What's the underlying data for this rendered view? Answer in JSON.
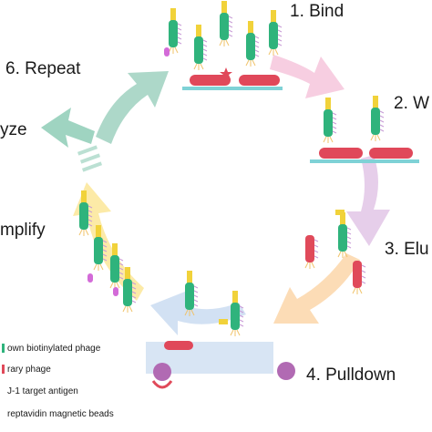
{
  "steps": {
    "bind": "1. Bind",
    "wash": "2. W",
    "elute": "3. Elu",
    "pulldown": "4. Pulldown",
    "analyze": "yze",
    "amplify": "mplify",
    "repeat": "6. Repeat"
  },
  "legend": [
    "own biotinylated phage",
    "rary phage",
    "J-1 target antigen",
    "reptavidin magnetic beads"
  ],
  "colors": {
    "bind_arrow": "#f6c6dc",
    "wash_arrow": "#e2c6e6",
    "elute_arrow": "#fbd6a9",
    "pulldown_arrow": "#c7daf0",
    "amplify_arrow": "#fbe38a",
    "repeat_arrow": "#9fd1c0",
    "analyze_arrow": "#8ecdb6",
    "phage_green": "#2fb37c",
    "phage_red": "#e04a5a",
    "antigen_red": "#e0485a",
    "surface": "#7fd2d6",
    "bead": "#b16ab3",
    "biotin_yellow": "#f1d23a"
  }
}
